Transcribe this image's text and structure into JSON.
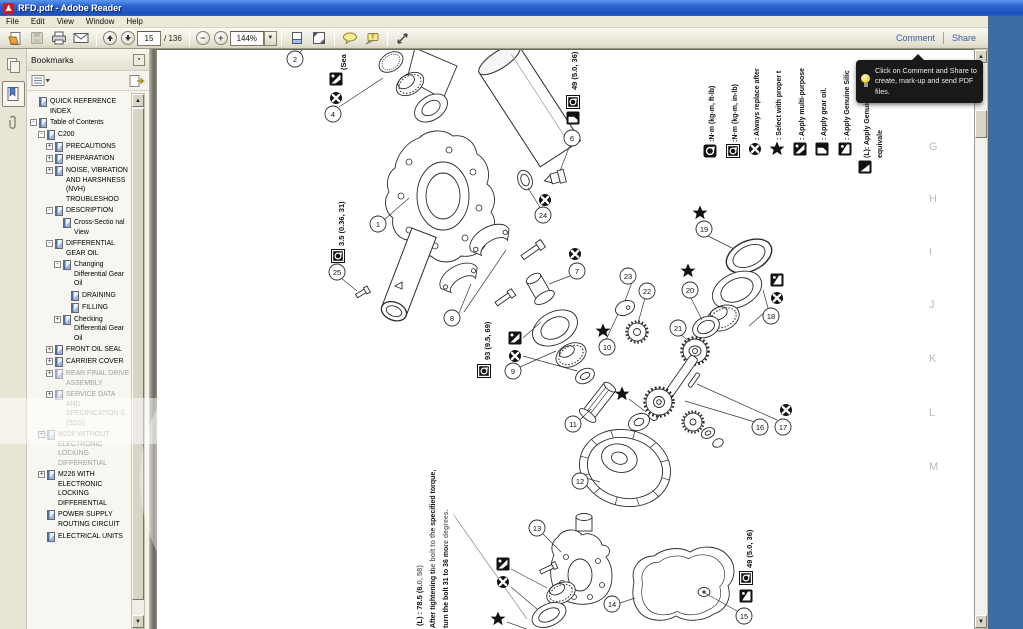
{
  "window": {
    "title": "RFD.pdf - Adobe Reader"
  },
  "menu": {
    "items": [
      "File",
      "Edit",
      "View",
      "Window",
      "Help"
    ]
  },
  "toolbar": {
    "page_value": "15",
    "page_total": "/ 136",
    "zoom_value": "144%",
    "comment_label": "Comment",
    "share_label": "Share"
  },
  "tooltip": {
    "text": "Click on Comment and Share to create, mark-up and send PDF files."
  },
  "bookmarks": {
    "title": "Bookmarks",
    "items": [
      {
        "label": "QUICK REFERENCE INDEX",
        "level": 0,
        "expander": "none"
      },
      {
        "label": "Table of Contents",
        "level": 0,
        "expander": "minus"
      },
      {
        "label": "C200",
        "level": 1,
        "expander": "minus"
      },
      {
        "label": "PRECAUTIONS",
        "level": 2,
        "expander": "plus"
      },
      {
        "label": "PREPARATION",
        "level": 2,
        "expander": "plus"
      },
      {
        "label": "NOISE, VIBRATION AND HARSHNESS (NVH) TROUBLESHOO",
        "level": 2,
        "expander": "plus"
      },
      {
        "label": "DESCRIPTION",
        "level": 2,
        "expander": "minus"
      },
      {
        "label": "Cross-Sectio nal View",
        "level": 3,
        "expander": "none"
      },
      {
        "label": "DIFFERENTIAL GEAR OIL",
        "level": 2,
        "expander": "minus"
      },
      {
        "label": "Changing Differential Gear Oil",
        "level": 3,
        "expander": "minus"
      },
      {
        "label": "DRAINING",
        "level": 4,
        "expander": "none"
      },
      {
        "label": "FILLING",
        "level": 4,
        "expander": "none"
      },
      {
        "label": "Checking Differential Gear Oil",
        "level": 3,
        "expander": "plus"
      },
      {
        "label": "FRONT OIL SEAL",
        "level": 2,
        "expander": "plus"
      },
      {
        "label": "CARRIER COVER",
        "level": 2,
        "expander": "plus"
      },
      {
        "label": "REAR FINAL DRIVE ASSEMBLY",
        "level": 2,
        "expander": "plus",
        "dim": true
      },
      {
        "label": "SERVICE DATA AND SPECIFICATION S (SDS)",
        "level": 2,
        "expander": "plus",
        "dim": true
      },
      {
        "label": "M226 WITHOUT ELECTRONIC LOCKING DIFFERENTIAL",
        "level": 1,
        "expander": "plus",
        "dim": true
      },
      {
        "label": "M226 WITH ELECTRONIC LOCKING DIFFERENTIAL",
        "level": 1,
        "expander": "plus"
      },
      {
        "label": "POWER SUPPLY ROUTING CIRCUIT",
        "level": 1,
        "expander": "none"
      },
      {
        "label": "ELECTRICAL UNITS",
        "level": 1,
        "expander": "none"
      }
    ]
  },
  "page": {
    "grid": [
      "G",
      "H",
      "I",
      "J",
      "K",
      "L",
      "M"
    ],
    "callouts": [
      "1",
      "2",
      "4",
      "6",
      "7",
      "8",
      "9",
      "10",
      "11",
      "12",
      "13",
      "14",
      "15",
      "16",
      "17",
      "18",
      "19",
      "20",
      "21",
      "22",
      "23",
      "24",
      "25"
    ],
    "torque": {
      "t35": "3.5 (0.36, 31)",
      "t93": "93 (9.5, 69)",
      "t49a": "49 (5.0, 36)",
      "t49b": "49 (5.0, 36)",
      "t785": "(L) : 78.5 (8.0, 58)",
      "note1": "After tightening the bolt to the specified torque,",
      "note2": "turn the bolt 31 to 36 more degrees.",
      "seal": "(Sea"
    },
    "legend": [
      {
        "icon": "torque-ftlb-icon",
        "text": ":N·m (kg-m, ft-lb)"
      },
      {
        "icon": "torque-inlb-icon",
        "text": ":N·m (kg-m, in-lb)"
      },
      {
        "icon": "always-replace-icon",
        "text": ": Always replace after"
      },
      {
        "icon": "select-proper-icon",
        "text": ": Select with proper t"
      },
      {
        "icon": "multi-purpose-icon",
        "text": ": Apply multi-purpose"
      },
      {
        "icon": "gear-oil-icon",
        "text": ": Apply gear oil."
      },
      {
        "icon": "silicone-icon",
        "text": ": Apply Genuine Silic"
      },
      {
        "icon": "thread-lock-icon",
        "text": "(L): Apply Genuine High",
        "text2": "equivale"
      }
    ]
  }
}
